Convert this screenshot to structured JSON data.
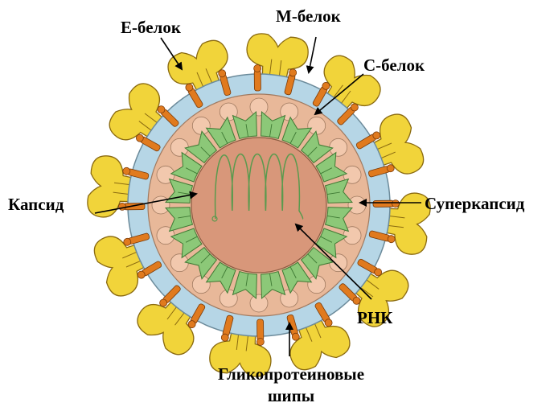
{
  "labels": {
    "e_protein": "Е-белок",
    "m_protein": "М-белок",
    "c_protein": "С-белок",
    "capsid": "Капсид",
    "supercapsid": "Суперкапсид",
    "rna": "РНК",
    "spikes_line1": "Гликопротеиновые",
    "spikes_line2": "шипы"
  },
  "colors": {
    "outer_membrane": "#b6d6e6",
    "membrane_inner": "#e8b899",
    "capsomer": "#8cc878",
    "core": "#d8977a",
    "spike": "#f1d43a",
    "spike_stroke": "#8a6a10",
    "m_protein": "#e07a1e",
    "rna": "#5a9a4e"
  },
  "structure": {
    "spike_count": 12,
    "capsomer_count": 20
  }
}
